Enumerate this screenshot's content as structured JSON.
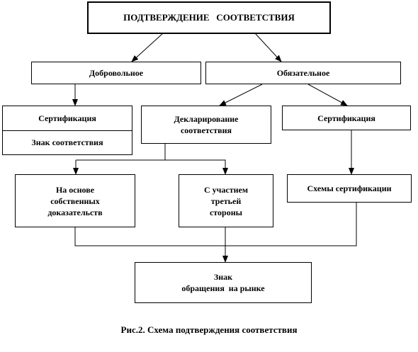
{
  "diagram": {
    "root": {
      "label": "ПОДТВЕРЖДЕНИЕ   СООТВЕТСТВИЯ"
    },
    "voluntary": {
      "label": "Добровольное"
    },
    "mandatory": {
      "label": "Обязательное"
    },
    "vol_cert": {
      "top": "Сертификация",
      "bottom": "Знак соответствия"
    },
    "declaration": {
      "lines": [
        "Декларирование",
        "соответствия"
      ]
    },
    "mand_cert": {
      "label": "Сертификация"
    },
    "own_evidence": {
      "lines": [
        "На основе",
        "собственных",
        "доказательств"
      ]
    },
    "third_party": {
      "lines": [
        "С участием",
        "третьей",
        "стороны"
      ]
    },
    "cert_schemes": {
      "label": "Схемы сертификации"
    },
    "market_mark": {
      "lines": [
        "Знак",
        "обращения  на рынке"
      ]
    }
  },
  "caption": "Рис.2. Схема подтверждения соответствия"
}
